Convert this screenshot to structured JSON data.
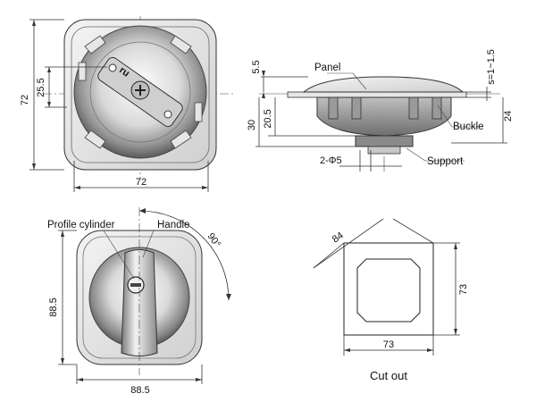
{
  "views": {
    "front": {
      "dim_height": "72",
      "dim_inner": "25.5",
      "dim_width": "72",
      "stamp_text": "ru"
    },
    "side": {
      "dim_top": "5.5",
      "dim_thickness": "s=1~1.5",
      "dim_mid": "20.5",
      "dim_depth": "30",
      "dim_buckle": "24",
      "dim_holes": "2-Φ5",
      "labels": {
        "panel": "Panel",
        "buckle": "Buckle",
        "support": "Support"
      }
    },
    "handle_view": {
      "labels": {
        "profile_cylinder": "Profile cylinder",
        "handle": "Handle"
      },
      "angle": "90°",
      "dim_height": "88.5",
      "dim_width": "88.5"
    },
    "cutout": {
      "dim_diagonal": "84",
      "dim_height": "73",
      "dim_width": "73",
      "caption": "Cut out"
    }
  }
}
